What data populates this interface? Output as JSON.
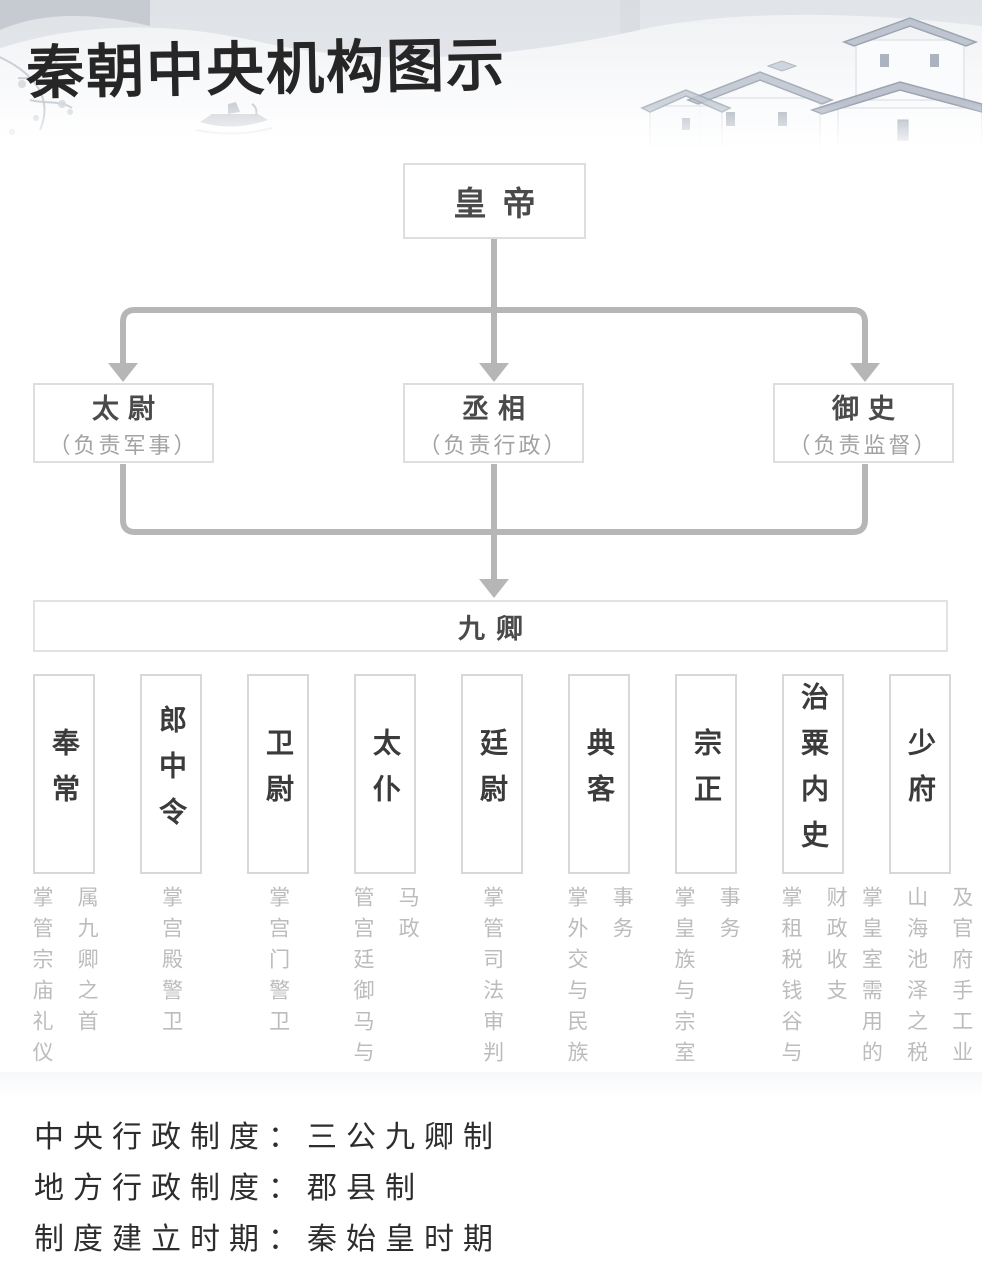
{
  "title": "秦朝中央机构图示",
  "chart": {
    "emperor": "皇帝",
    "officials": [
      {
        "name": "太尉",
        "role": "（负责军事）"
      },
      {
        "name": "丞相",
        "role": "（负责行政）"
      },
      {
        "name": "御史",
        "role": "（负责监督）"
      }
    ],
    "group_label": "九卿",
    "ministers": [
      {
        "name": "奉常",
        "duty": "掌管宗庙礼仪属九卿之首"
      },
      {
        "name": "郎中令",
        "duty": "掌宫殿警卫"
      },
      {
        "name": "卫尉",
        "duty": "掌宫门警卫"
      },
      {
        "name": "太仆",
        "duty": "管宫廷御马与马政"
      },
      {
        "name": "廷尉",
        "duty": "掌管司法审判"
      },
      {
        "name": "典客",
        "duty": "掌外交与民族事务"
      },
      {
        "name": "宗正",
        "duty": "掌皇族与宗室事务"
      },
      {
        "name": "治粟内史",
        "duty": "掌租税钱谷与财政收支"
      },
      {
        "name": "少府",
        "duty": "掌皇室需用的山海池泽之税及官府手工业"
      }
    ]
  },
  "footer": {
    "lines": [
      "中央行政制度：三公九卿制",
      "地方行政制度：郡县制",
      "制度建立时期：秦始皇时期"
    ]
  },
  "colors": {
    "connector": "#b6b6b6",
    "box_border": "#dedede",
    "name_text": "#3b3b3b",
    "role_text": "#a2a2a2",
    "duty_text": "#bcbcbc",
    "footer_text": "#2d2d2d"
  }
}
